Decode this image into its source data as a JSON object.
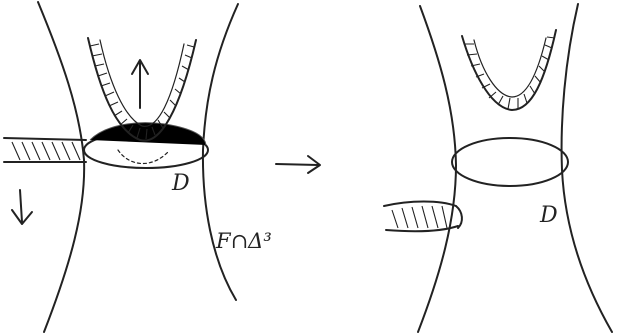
{
  "labels": {
    "left_disk": "D",
    "right_disk": "D",
    "intersection": "F∩Δ³",
    "transition_arrow": "→"
  },
  "colors": {
    "ink": "#222222",
    "background": "#ffffff"
  }
}
